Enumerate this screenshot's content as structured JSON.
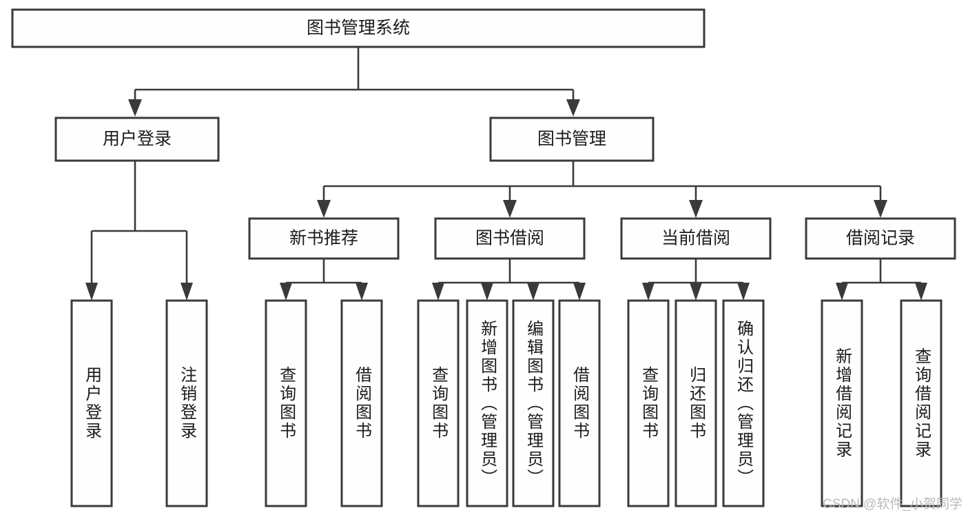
{
  "diagram": {
    "title": "图书管理系统",
    "type": "tree-hierarchy",
    "root": {
      "label": "图书管理系统"
    },
    "level2": [
      {
        "label": "用户登录"
      },
      {
        "label": "图书管理"
      }
    ],
    "level3": [
      {
        "label": "新书推荐"
      },
      {
        "label": "图书借阅"
      },
      {
        "label": "当前借阅"
      },
      {
        "label": "借阅记录"
      }
    ],
    "leaves": {
      "user_login": [
        {
          "label": "用户登录"
        },
        {
          "label": "注销登录"
        }
      ],
      "new_book_recommend": [
        {
          "label": "查询图书"
        },
        {
          "label": "借阅图书"
        }
      ],
      "book_borrow": [
        {
          "label": "查询图书"
        },
        {
          "label": "新增图书（管理员）"
        },
        {
          "label": "编辑图书（管理员）"
        },
        {
          "label": "借阅图书"
        }
      ],
      "current_borrow": [
        {
          "label": "查询图书"
        },
        {
          "label": "归还图书"
        },
        {
          "label": "确认归还（管理员）"
        }
      ],
      "borrow_record": [
        {
          "label": "新增借阅记录"
        },
        {
          "label": "查询借阅记录"
        }
      ]
    }
  },
  "watermark": {
    "text": "CSDN @软件_小贺同学"
  },
  "colors": {
    "box_stroke": "#3a3a3a",
    "box_fill": "#fefefe",
    "text": "#1b1b1b",
    "watermark": "#b9b9b9",
    "background": "#ffffff"
  }
}
